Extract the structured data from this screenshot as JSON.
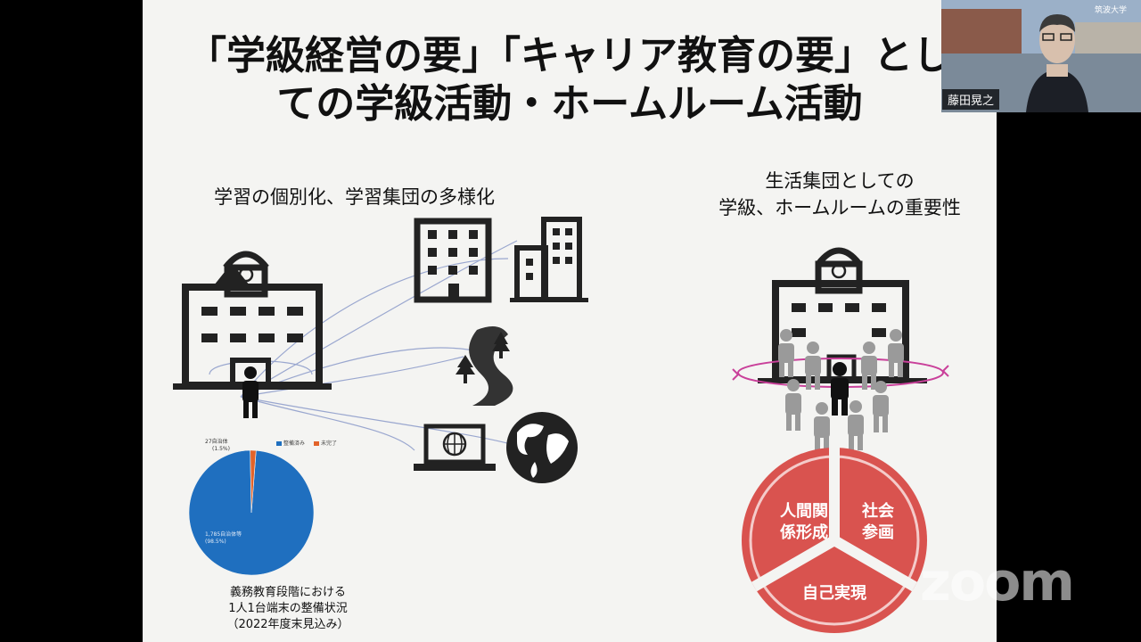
{
  "slide": {
    "title_line1": "「学級経営の要」「キャリア教育の要」とし",
    "title_line2": "ての学級活動・ホームルーム活動",
    "left_subtitle": "学習の個別化、学習集団の多様化",
    "right_subtitle_line1": "生活集団としての",
    "right_subtitle_line2": "学級、ホームルームの重要性"
  },
  "pie": {
    "legend_done": "整備済み",
    "legend_pending": "未完了",
    "label_small": "27自治体",
    "label_small_pct": "(1.5%)",
    "label_large": "1,785自治体等",
    "label_large_pct": "(98.5%)",
    "caption_line1": "義務教育段階における",
    "caption_line2": "1人1台端末の整備状況",
    "caption_line3": "（2022年度末見込み）"
  },
  "chart_data": {
    "type": "pie",
    "categories": [
      "整備済み",
      "未完了"
    ],
    "values": [
      98.5,
      1.5
    ],
    "labels": [
      "1,785自治体等 (98.5%)",
      "27自治体 (1.5%)"
    ],
    "colors": [
      "#1f6fbf",
      "#e2632a"
    ]
  },
  "cycle": {
    "segment1_line1": "人間関",
    "segment1_line2": "係形成",
    "segment2_line1": "社会",
    "segment2_line2": "参画",
    "segment3": "自己実現",
    "color": "#d9534f"
  },
  "webcam": {
    "participant_name": "藤田晃之",
    "logo_text": "筑波大学"
  },
  "watermark": "zoom"
}
